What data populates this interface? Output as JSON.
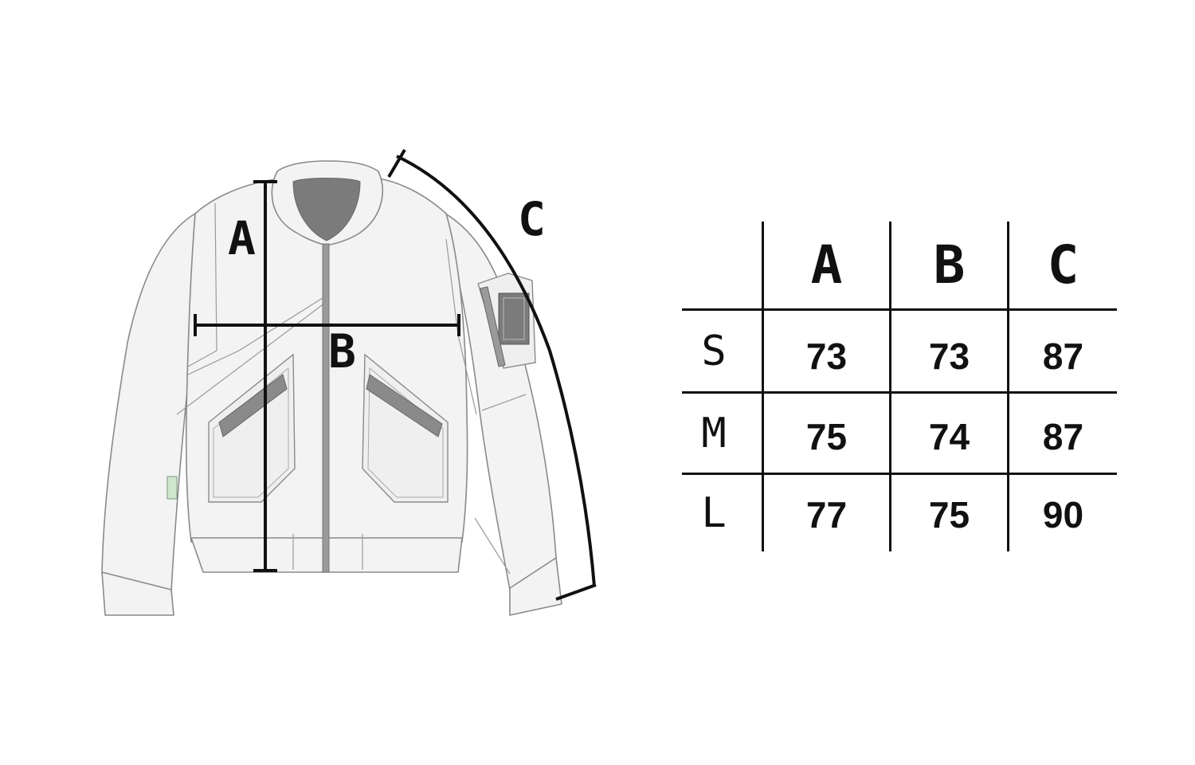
{
  "labels": {
    "a": "A",
    "b": "B",
    "c": "C"
  },
  "table": {
    "columns": [
      "A",
      "B",
      "C"
    ],
    "rows": [
      {
        "size": "S",
        "values": [
          "73",
          "73",
          "87"
        ]
      },
      {
        "size": "M",
        "values": [
          "75",
          "74",
          "87"
        ]
      },
      {
        "size": "L",
        "values": [
          "77",
          "75",
          "90"
        ]
      }
    ]
  },
  "colors": {
    "garment_fill": "#f3f3f3",
    "garment_stroke": "#8a8a8a",
    "collar_inner": "#7b7b7b",
    "zipper": "#9a9a9a",
    "ink": "#111111"
  }
}
